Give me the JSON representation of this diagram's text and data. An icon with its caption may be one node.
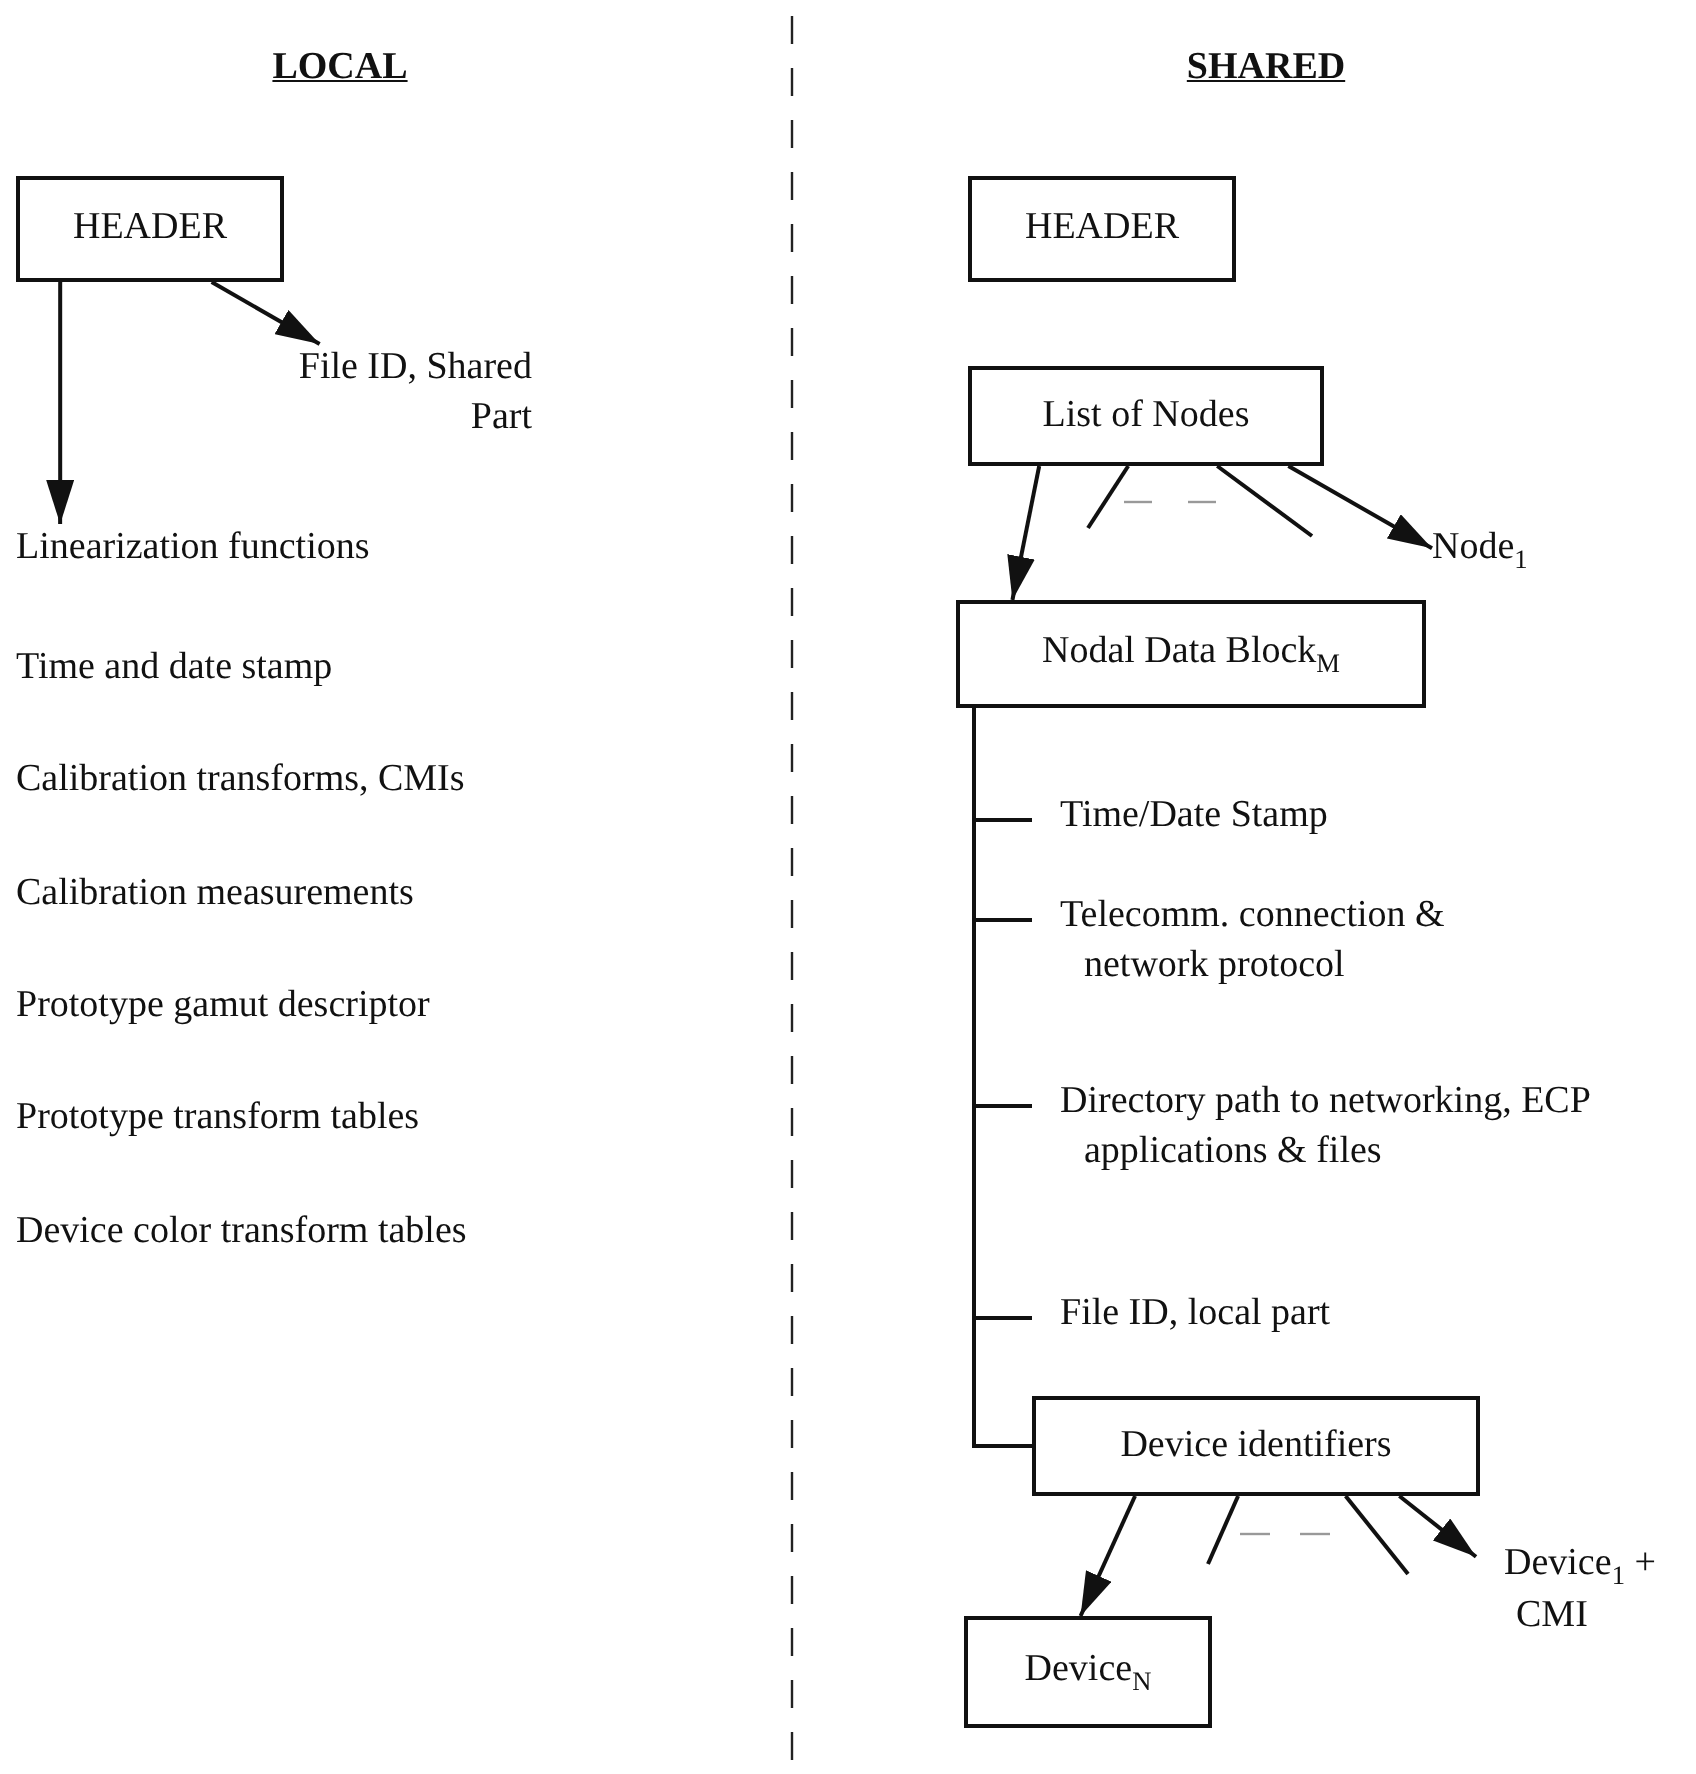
{
  "diagram": {
    "nodes": [
      {
        "text": [
          "HEADER"
        ]
      },
      {
        "text": [
          "File ID, Shared Part"
        ]
      },
      {
        "text": [
          "Linearization functions"
        ]
      },
      {
        "text": [
          "HEADER"
        ]
      },
      {
        "text": [
          "List of Nodes"
        ]
      },
      {
        "text": [
          "Node$_{1}$"
        ]
      },
      {
        "text": [
          "Nodal Data Block$_{M}$"
        ]
      },
      {
        "text": [
          "Time/Date Stamp"
        ]
      },
      {
        "text": [
          "Telecomm. connection & network protocol"
        ]
      },
      {
        "text": [
          "Directory path to networking, ECP applications & files"
        ]
      },
      {
        "text": [
          "File ID, local part"
        ]
      },
      {
        "text": [
          "Device identifiers"
        ]
      },
      {
        "text": [
          "Device$_{1}$ + CMI"
        ]
      },
      {
        "text": [
          "Device$_{N}$"
        ]
      }
    ],
    "edges": [
      {
        "from": 0,
        "to": 1,
        "arrow": "to"
      },
      {
        "from": 0,
        "to": 2,
        "arrow": "to"
      },
      {
        "from": 4,
        "to": 6,
        "arrow": "to"
      },
      {
        "from": 4,
        "to": 5,
        "arrow": "to"
      },
      {
        "from": 4,
        "to": null,
        "arrow": "none"
      },
      {
        "from": 4,
        "to": null,
        "arrow": "none"
      },
      {
        "from": 6,
        "to": 7,
        "arrow": "none"
      },
      {
        "from": 6,
        "to": 8,
        "arrow": "none"
      },
      {
        "from": 6,
        "to": 9,
        "arrow": "none"
      },
      {
        "from": 6,
        "to": 10,
        "arrow": "none"
      },
      {
        "from": 6,
        "to": 11,
        "arrow": "none"
      },
      {
        "from": 11,
        "to": 13,
        "arrow": "to"
      },
      {
        "from": 11,
        "to": 12,
        "arrow": "to"
      },
      {
        "from": 11,
        "to": null,
        "arrow": "none"
      },
      {
        "from": 11,
        "to": null,
        "arrow": "none"
      }
    ],
    "labels": [
      "LOCAL",
      "SHARED",
      "Time and date stamp",
      "Calibration transforms, CMIs",
      "Calibration measurements",
      "Prototype gamut descriptor",
      "Prototype transform tables",
      "Device color transform tables"
    ]
  }
}
